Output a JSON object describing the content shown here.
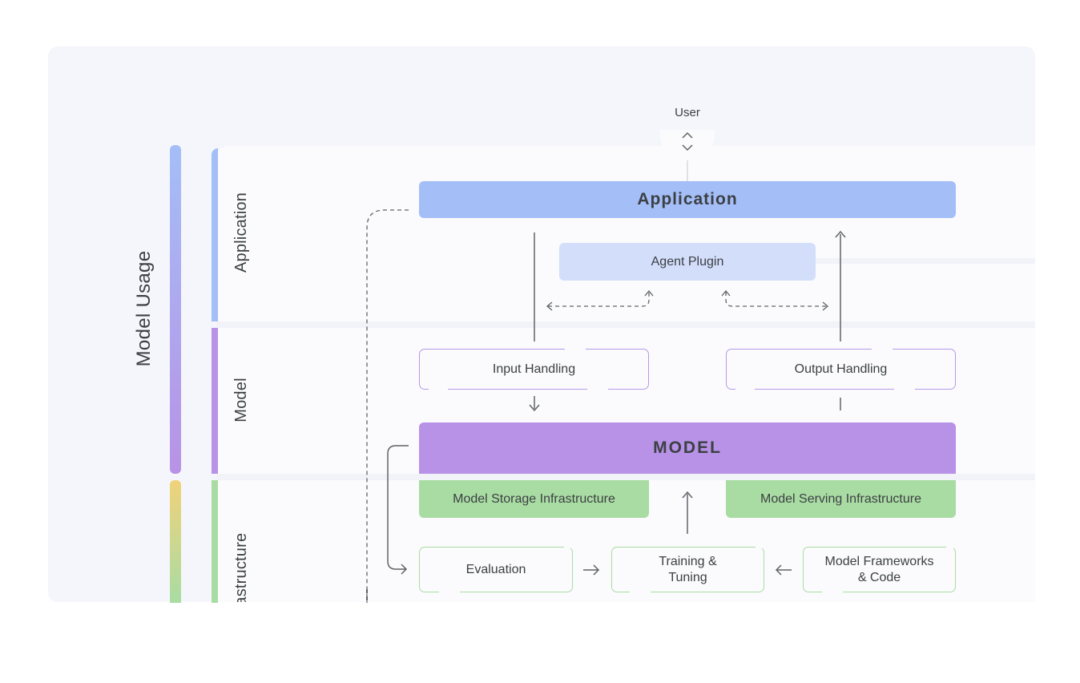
{
  "diagram": {
    "side_title": "Model Usage",
    "layers": {
      "application": "Application",
      "model": "Model",
      "infrastructure": "Infrastructure"
    },
    "user_label": "User",
    "nodes": {
      "application": "Application",
      "agent_plugin": "Agent Plugin",
      "input_handling": "Input Handling",
      "output_handling": "Output Handling",
      "model": "MODEL",
      "model_storage": "Model Storage Infrastructure",
      "model_serving": "Model Serving Infrastructure",
      "evaluation": "Evaluation",
      "training_tuning": "Training &\nTuning",
      "model_frameworks": "Model Frameworks\n& Code"
    },
    "colors": {
      "application": "#a4bef8",
      "agent_plugin": "#d3defb",
      "model": "#b892e6",
      "infrastructure": "#a9dca3",
      "outer_bg": "#f5f6fb"
    }
  }
}
